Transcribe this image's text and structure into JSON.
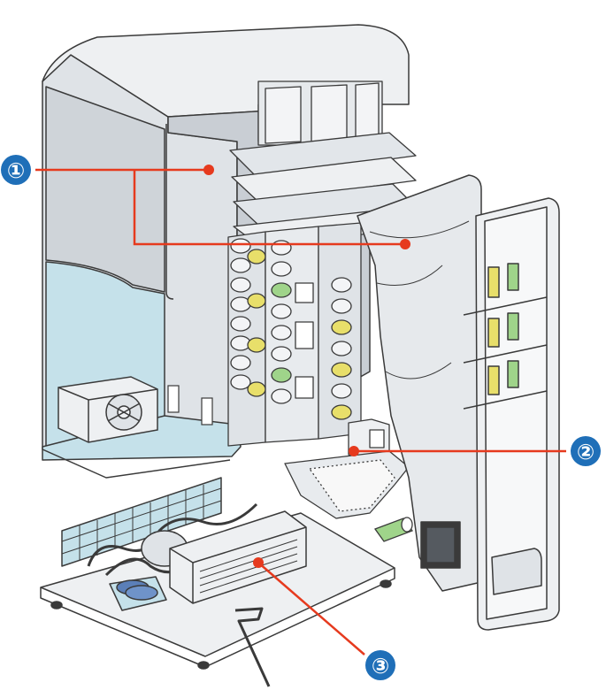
{
  "colors": {
    "callout_line": "#e63a1e",
    "callout_badge": "#1f6fb8",
    "outline": "#3a3a3a",
    "cabinet_shade": "#c9ced4",
    "inner_blue": "#c5e1ea",
    "can_yellow": "#e8df6a",
    "can_green": "#9fd48a"
  },
  "callouts": [
    {
      "id": "1",
      "label": "①"
    },
    {
      "id": "2",
      "label": "②"
    },
    {
      "id": "3",
      "label": "③"
    }
  ]
}
